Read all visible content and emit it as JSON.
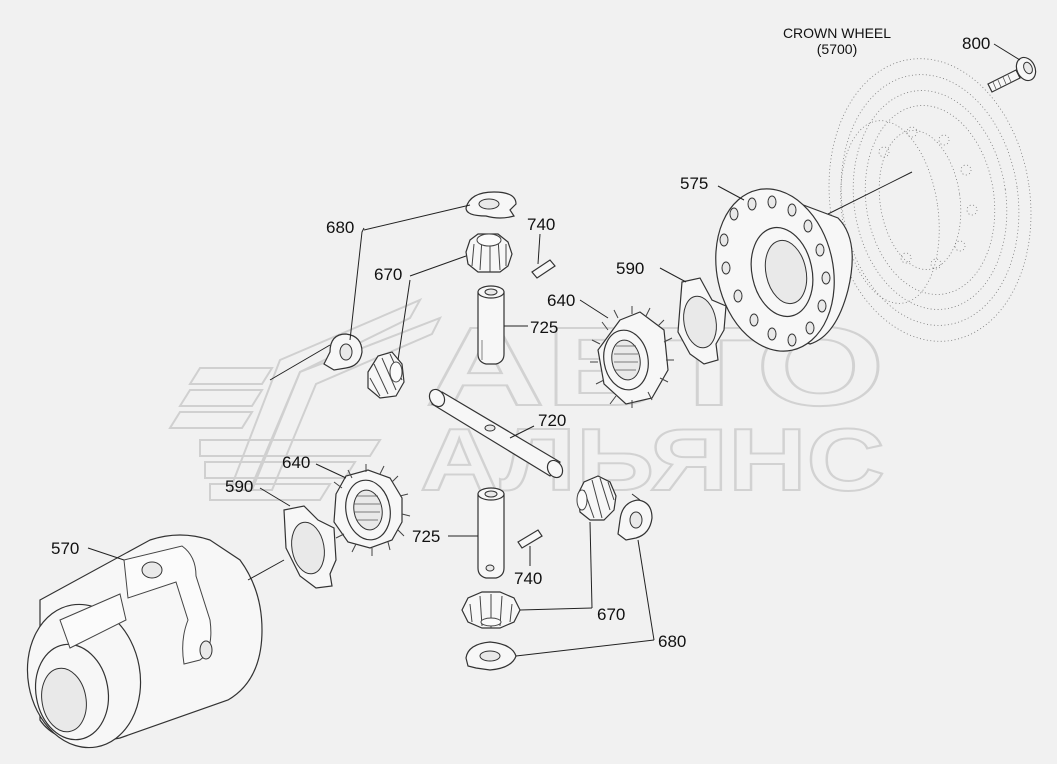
{
  "title": {
    "line1": "CROWN WHEEL",
    "line2": "(5700)"
  },
  "watermark": {
    "line1": "АВТО",
    "line2": "АЛЬЯНС"
  },
  "labels": {
    "p800": "800",
    "p575": "575",
    "p680_top": "680",
    "p740_top": "740",
    "p670_top": "670",
    "p590_right": "590",
    "p640_right": "640",
    "p725_top": "725",
    "p720": "720",
    "p640_left": "640",
    "p590_left": "590",
    "p570": "570",
    "p725_bottom": "725",
    "p740_bottom": "740",
    "p670_bottom": "670",
    "p680_bottom": "680"
  }
}
